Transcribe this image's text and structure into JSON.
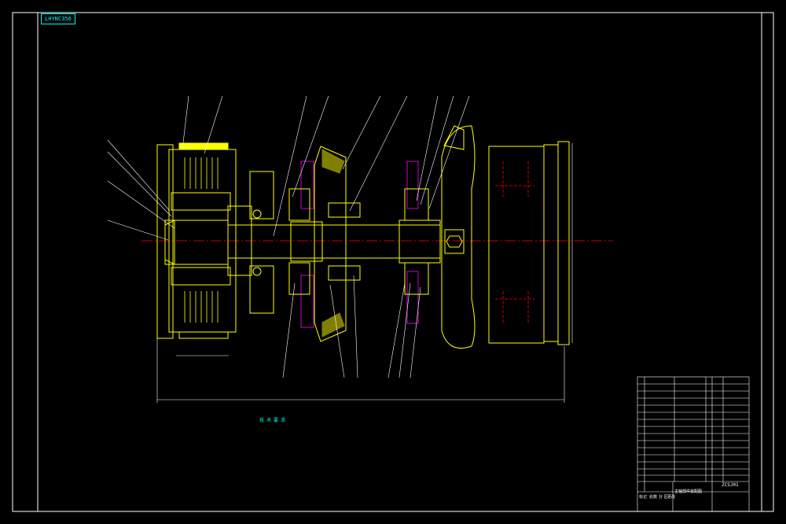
{
  "stamp": "LHYNC356",
  "title_block": {
    "drawing_name": "主轴部件装配图",
    "drawing_code": "ZCSJ01",
    "footer_labels": [
      "标记",
      "处数",
      "分 区",
      "更改"
    ]
  },
  "tech_notes": {
    "title": "技术要求"
  },
  "colors": {
    "frame": "#ffffff",
    "part_outline": "#ffff00",
    "dimension": "#00ffff",
    "centerline": "#ff0000",
    "hatch": "#ff00ff",
    "leader": "#ffffff"
  }
}
